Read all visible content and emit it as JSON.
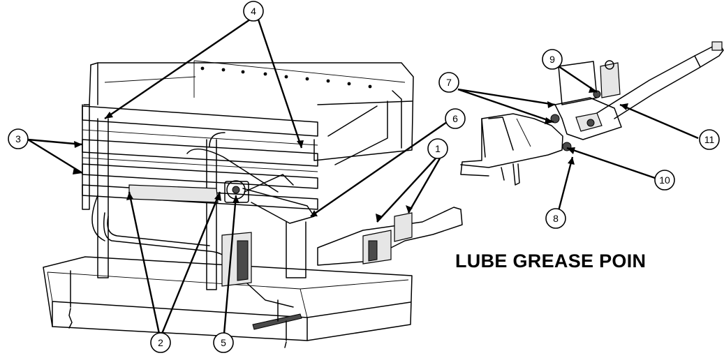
{
  "diagram": {
    "title": "LUBE GREASE POIN",
    "callouts": [
      "1",
      "2",
      "3",
      "4",
      "5",
      "6",
      "7",
      "8",
      "9",
      "10",
      "11"
    ]
  },
  "colors": {
    "line": "#000000",
    "background": "#ffffff",
    "shade": "#e6e6e6"
  }
}
